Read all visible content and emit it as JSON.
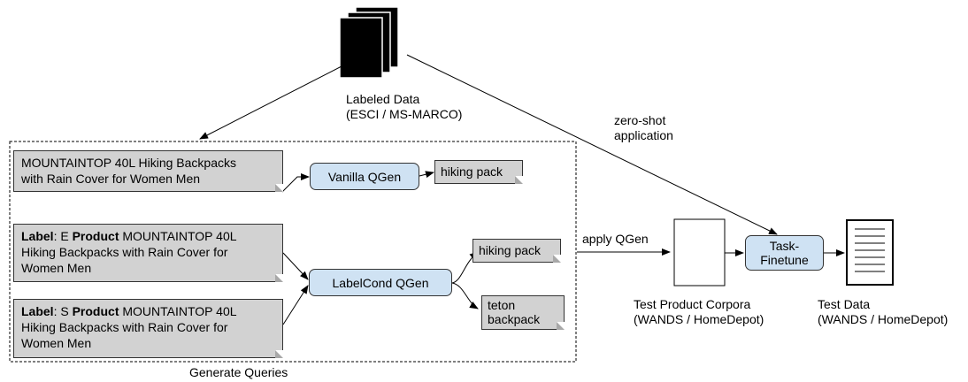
{
  "sources": {
    "labeled_data": {
      "line1": "Labeled Data",
      "line2": "(ESCI / MS-MARCO)"
    },
    "zero_shot": {
      "line1": "zero-shot",
      "line2": "application"
    }
  },
  "generate_queries": {
    "caption": "Generate Queries",
    "vanilla": {
      "input_line1": "MOUNTAINTOP 40L Hiking Backpacks",
      "input_line2": "with Rain Cover for Women Men",
      "model": "Vanilla QGen",
      "output": "hiking pack"
    },
    "labelcond": {
      "input_e": {
        "label_key": "Label",
        "label_val": ": E ",
        "product_key": "Product",
        "product_val": " MOUNTAINTOP 40L",
        "line2": "Hiking Backpacks with Rain Cover for",
        "line3": "Women Men"
      },
      "input_s": {
        "label_key": "Label",
        "label_val": ": S ",
        "product_key": "Product",
        "product_val": " MOUNTAINTOP 40L",
        "line2": "Hiking Backpacks with Rain Cover for",
        "line3": "Women Men"
      },
      "model": "LabelCond QGen",
      "output_e": "hiking pack",
      "output_s_line1": "teton",
      "output_s_line2": "backpack"
    }
  },
  "apply_qgen": "apply QGen",
  "corpora": {
    "line1": "Test Product Corpora",
    "line2": "(WANDS / HomeDepot)"
  },
  "finetune": {
    "line1": "Task-",
    "line2": "Finetune"
  },
  "test_data": {
    "line1": "Test Data",
    "line2": "(WANDS / HomeDepot)"
  },
  "colors": {
    "note_fill": "#d2d2d2",
    "model_fill": "#cfe2f3"
  }
}
